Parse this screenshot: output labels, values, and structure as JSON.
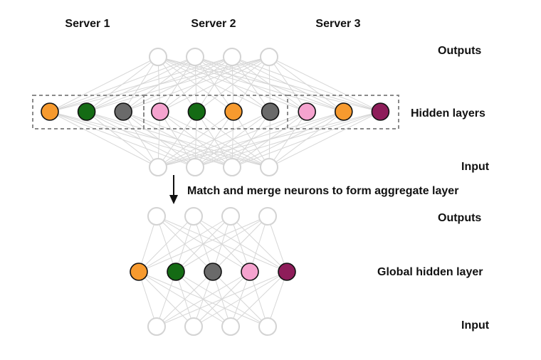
{
  "servers": [
    {
      "label": "Server 1"
    },
    {
      "label": "Server 2"
    },
    {
      "label": "Server 3"
    }
  ],
  "top_network": {
    "outputs_label": "Outputs",
    "hidden_label": "Hidden layers",
    "input_label": "Input",
    "output_node_count": 4,
    "input_node_count": 4,
    "hidden_nodes": [
      {
        "server": 1,
        "color": "#f79a2e"
      },
      {
        "server": 1,
        "color": "#146b14"
      },
      {
        "server": 1,
        "color": "#6a6a6a"
      },
      {
        "server": 2,
        "color": "#f5a3cf"
      },
      {
        "server": 2,
        "color": "#146b14"
      },
      {
        "server": 2,
        "color": "#f79a2e"
      },
      {
        "server": 2,
        "color": "#6a6a6a"
      },
      {
        "server": 3,
        "color": "#f5a3cf"
      },
      {
        "server": 3,
        "color": "#f79a2e"
      },
      {
        "server": 3,
        "color": "#8e1d5a"
      }
    ]
  },
  "merge_step": {
    "label": "Match and merge neurons to form aggregate layer"
  },
  "bottom_network": {
    "outputs_label": "Outputs",
    "hidden_label": "Global hidden layer",
    "input_label": "Input",
    "output_node_count": 4,
    "input_node_count": 4,
    "hidden_nodes": [
      {
        "color": "#f79a2e"
      },
      {
        "color": "#146b14"
      },
      {
        "color": "#6a6a6a"
      },
      {
        "color": "#f5a3cf"
      },
      {
        "color": "#8e1d5a"
      }
    ]
  },
  "colors": {
    "edge": "#d6d6d6",
    "io_node_stroke": "#d3d3d3",
    "server_box": "#8a8a8a",
    "text": "#111111"
  }
}
